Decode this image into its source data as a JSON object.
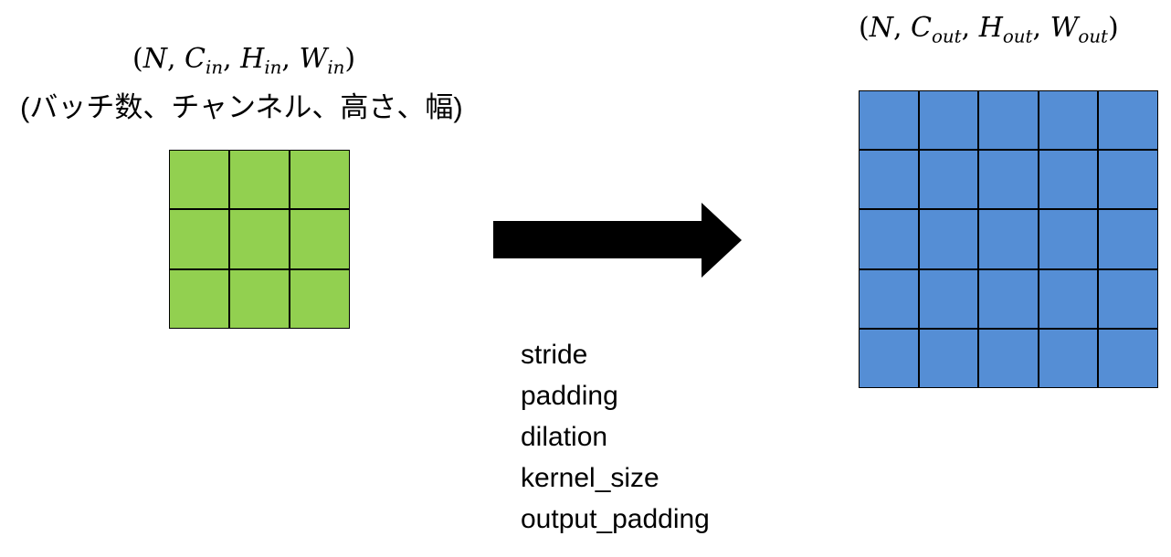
{
  "input": {
    "shape": {
      "open": "(",
      "n": "N",
      "sep1": ", ",
      "c": "C",
      "c_sub": "in",
      "sep2": ", ",
      "h": "H",
      "h_sub": "in",
      "sep3": ", ",
      "w": "W",
      "w_sub": "in",
      "close": ")"
    },
    "caption": "(バッチ数、チャンネル、高さ、幅)",
    "grid": {
      "rows": 3,
      "cols": 3,
      "fill_color": "#92d050"
    }
  },
  "output": {
    "shape": {
      "open": "(",
      "n": "N",
      "sep1": ", ",
      "c": "C",
      "c_sub": "out",
      "sep2": ", ",
      "h": "H",
      "h_sub": "out",
      "sep3": ", ",
      "w": "W",
      "w_sub": "out",
      "close": ")"
    },
    "grid": {
      "rows": 5,
      "cols": 5,
      "fill_color": "#558ed5"
    }
  },
  "arrow": {
    "color": "#000000",
    "direction": "right"
  },
  "parameters": [
    "stride",
    "padding",
    "dilation",
    "kernel_size",
    "output_padding"
  ]
}
